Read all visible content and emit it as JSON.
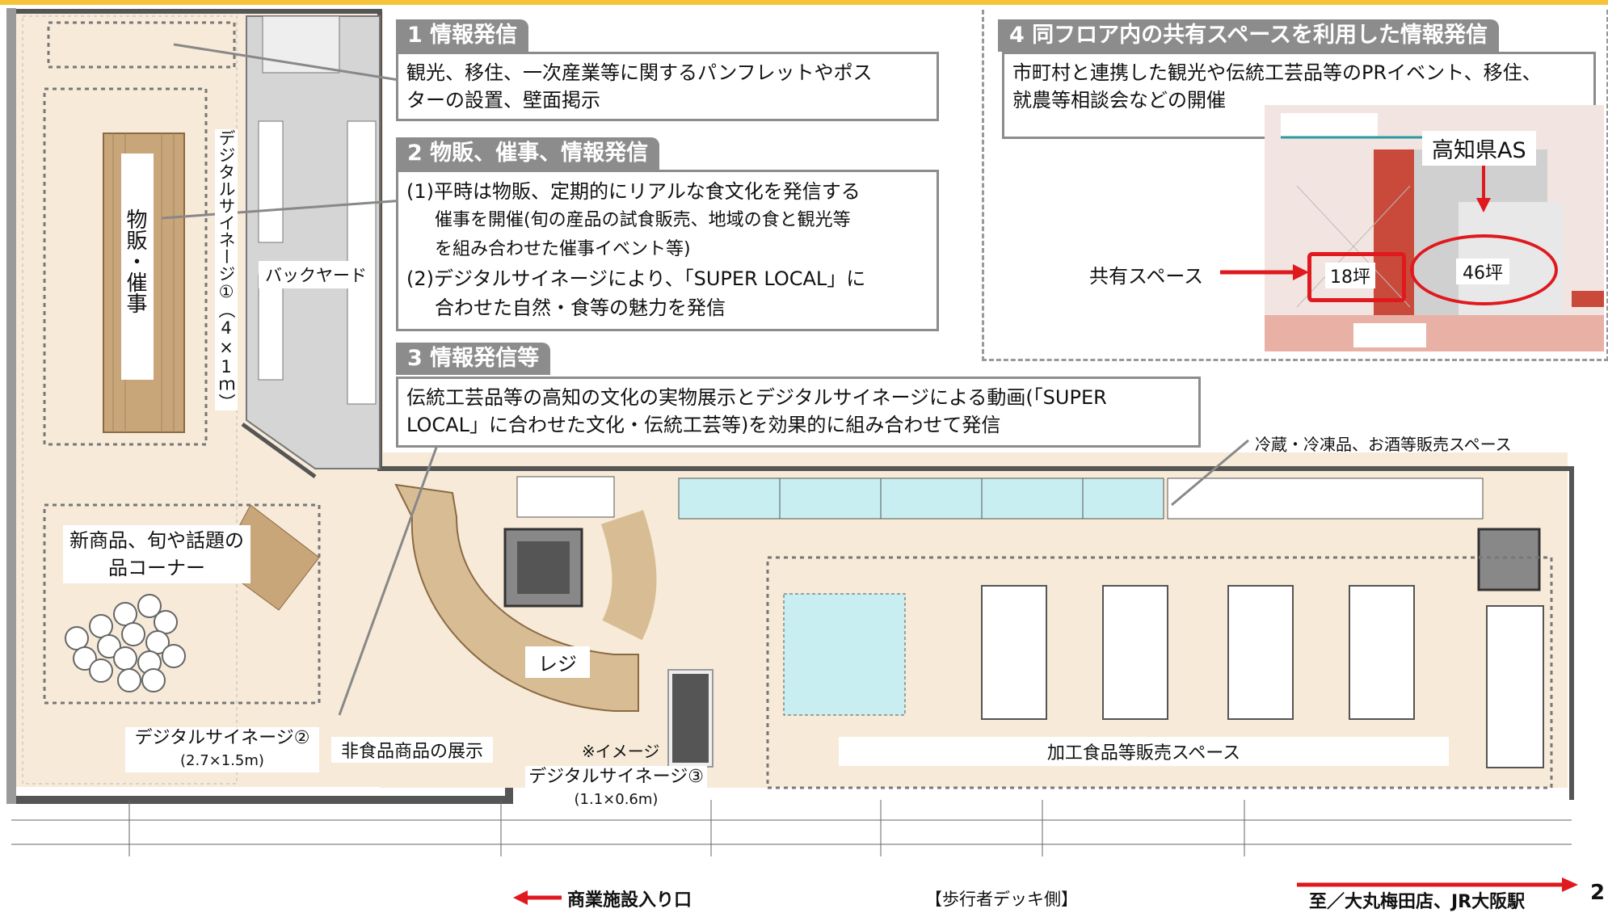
{
  "sections": [
    {
      "title": "1 情報発信",
      "body": [
        "観光、移住、一次産業等に関するパンフレットやポス",
        "ターの設置、壁面掲示"
      ]
    },
    {
      "title": "2 物販、催事、情報発信",
      "body": [
        "(1)平時は物販、定期的にリアルな食文化を発信する",
        "催事を開催(旬の産品の試食販売、地域の食と観光等",
        "を組み合わせた催事イベント等)",
        "(2)デジタルサイネージにより、「SUPER LOCAL」に",
        "合わせた自然・食等の魅力を発信"
      ]
    },
    {
      "title": "3 情報発信等",
      "body": [
        "伝統工芸品等の高知の文化の実物展示とデジタルサイネージによる動画(「SUPER",
        "LOCAL」に合わせた文化・伝統工芸等)を効果的に組み合わせて発信"
      ]
    },
    {
      "title": "4 同フロア内の共有スペースを利用した情報発信",
      "body": [
        "市町村と連携した観光や伝統工芸品等のPRイベント、移住、",
        "就農等相談会などの開催"
      ]
    }
  ],
  "inset": {
    "kochi_as": "高知県AS",
    "shared_space": "共有スペース",
    "area_18": "18坪",
    "area_46": "46坪"
  },
  "zones": {
    "merch_event": "物販・催事",
    "digital_signage_1": "デジタルサイネージ①（4×1ｍ）",
    "backyard": "バックヤード",
    "new_products_line1": "新商品、旬や話題の",
    "new_products_line2": "品コーナー",
    "register": "レジ",
    "cold_frozen": "冷蔵・冷凍品、お酒等販売スペース",
    "digital_signage_2": "デジタルサイネージ②",
    "digital_signage_2_size": "(2.7×1.5m)",
    "non_food": "非食品商品の展示",
    "image_note": "※イメージ",
    "digital_signage_3": "デジタルサイネージ③",
    "digital_signage_3_size": "(1.1×0.6m)",
    "processed_food": "加工食品等販売スペース"
  },
  "footer": {
    "entrance": "商業施設入り口",
    "deck_side": "【歩行者デッキ側】",
    "to_stations": "至／大丸梅田店、JR大阪駅",
    "page_number": "2"
  },
  "colors": {
    "accent_yellow": "#f6c33a",
    "section_gray": "#8c8c8c",
    "floor": "#f7ead8",
    "arrow_red": "#e0191e",
    "display_cyan": "#c9eef2"
  }
}
